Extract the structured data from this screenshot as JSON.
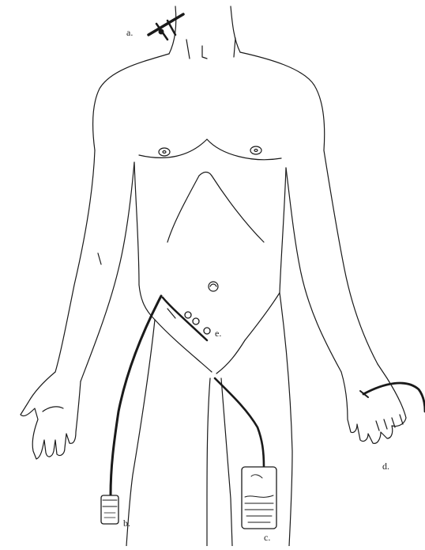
{
  "labels": {
    "a": "a.",
    "b": "b.",
    "c": "c.",
    "d": "d.",
    "e": "e."
  },
  "colors": {
    "line": "#1a1a1a",
    "background": "#ffffff"
  }
}
